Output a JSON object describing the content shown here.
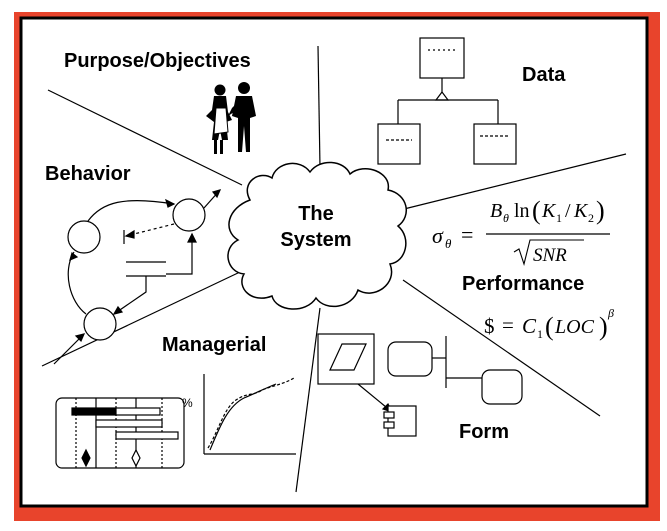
{
  "labels": {
    "purpose": "Purpose/Objectives",
    "data": "Data",
    "behavior": "Behavior",
    "system_line1": "The",
    "system_line2": "System",
    "performance": "Performance",
    "managerial": "Managerial",
    "form": "Form",
    "percent": "%"
  },
  "formulas": {
    "sigma_lhs": "σ",
    "sigma_sub": "θ",
    "equals": "=",
    "numerator": "B",
    "numerator_sub": "θ",
    "ln": "ln",
    "k1": "K",
    "k1_sub": "1",
    "slash": "/",
    "k2": "K",
    "k2_sub": "2",
    "denominator": "SNR",
    "cost_lhs": "$",
    "c1": "C",
    "c1_sub": "1",
    "loc": "LOC",
    "beta": "β"
  },
  "colors": {
    "border": "#e8442c",
    "background": "#ffffff",
    "ink": "#000000"
  }
}
